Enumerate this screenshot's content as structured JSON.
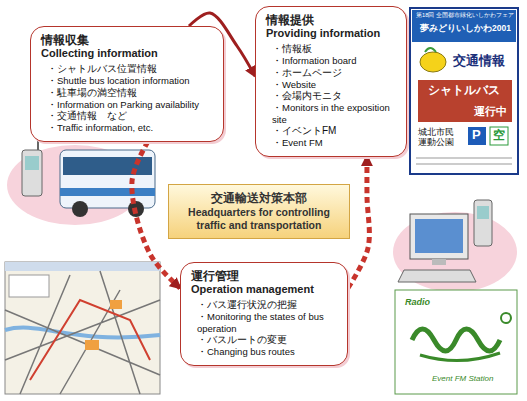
{
  "diagram": {
    "nodes": [
      {
        "text": [
          "情報収集",
          "Collecting information",
          "・シャトルバス位置情報",
          "・Shuttle bus location information",
          "・駐車場の満空情報",
          "・Information on Parking availability",
          "・交通情報　など",
          "・Traffic information, etc."
        ]
      },
      {
        "text": [
          "情報提供",
          "Providing information",
          "・情報板",
          "・Information board",
          "・ホームページ",
          "・Website",
          "・会場内モニタ",
          "・Monitors in the exposition site",
          "・イベントFM",
          "・Event FM"
        ]
      },
      {
        "text": [
          "交通輸送対策本部",
          "Headquarters for controlling traffic and transportation"
        ]
      },
      {
        "text": [
          "運行管理",
          "Operation management",
          "・バス運行状況の把握",
          "・Monitoring the states of bus operation",
          "・バスルートの変更",
          "・Changing bus routes"
        ]
      }
    ],
    "edges": [
      {
        "from": 0,
        "to": 1,
        "arrow": "to"
      },
      {
        "from": 0,
        "to": 3,
        "arrow": "to"
      },
      {
        "from": 3,
        "to": 1,
        "arrow": "to"
      }
    ],
    "labels": [
      "第18回 全国都市緑化いしかわフェア",
      "夢みどりいしかわ2001",
      "交通情報",
      "シャトルバス",
      "運行中",
      "城北市民 運動公園",
      "P",
      "空",
      "Radio",
      "Event FM Station"
    ]
  }
}
